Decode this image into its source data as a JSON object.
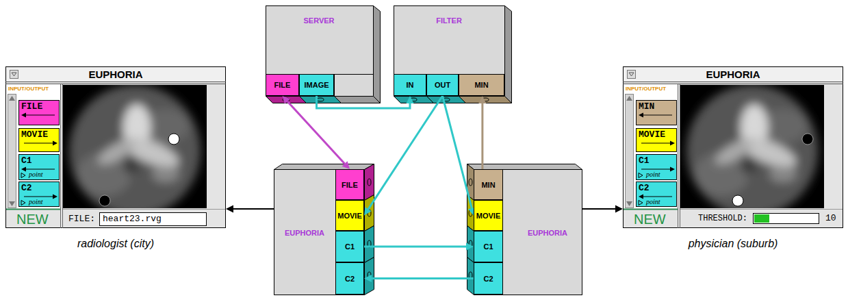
{
  "diagram": {
    "nodes": [
      {
        "text": [
          "EUPHORIA"
        ]
      },
      {
        "text": [
          "FILE"
        ],
        "in": 0
      },
      {
        "text": [
          "MOVIE"
        ],
        "in": 0
      },
      {
        "text": [
          "C1",
          "point"
        ],
        "in": 0
      },
      {
        "text": [
          "C2",
          "point"
        ],
        "in": 0
      },
      {
        "text": [
          "heart23.rvg"
        ],
        "in": 0
      },
      {
        "text": [
          "SERVER"
        ]
      },
      {
        "text": [
          "FILE"
        ],
        "in": 6
      },
      {
        "text": [
          "IMAGE"
        ],
        "in": 6
      },
      {
        "text": [
          "FILTER"
        ]
      },
      {
        "text": [
          "IN"
        ],
        "in": 9
      },
      {
        "text": [
          "OUT"
        ],
        "in": 9
      },
      {
        "text": [
          "MIN"
        ],
        "in": 9
      },
      {
        "text": [
          "EUPHORIA"
        ]
      },
      {
        "text": [
          "FILE"
        ],
        "in": 13
      },
      {
        "text": [
          "MOVIE"
        ],
        "in": 13
      },
      {
        "text": [
          "C1"
        ],
        "in": 13
      },
      {
        "text": [
          "C2"
        ],
        "in": 13
      },
      {
        "text": [
          "EUPHORIA"
        ]
      },
      {
        "text": [
          "MIN"
        ],
        "in": 18
      },
      {
        "text": [
          "MOVIE"
        ],
        "in": 18
      },
      {
        "text": [
          "C1"
        ],
        "in": 18
      },
      {
        "text": [
          "C2"
        ],
        "in": 18
      },
      {
        "text": [
          "EUPHORIA"
        ]
      },
      {
        "text": [
          "MIN"
        ],
        "in": 23
      },
      {
        "text": [
          "MOVIE"
        ],
        "in": 23
      },
      {
        "text": [
          "C1",
          "point"
        ],
        "in": 23
      },
      {
        "text": [
          "C2",
          "point"
        ],
        "in": 23
      }
    ],
    "edges": [
      {
        "from": 7,
        "to": 14,
        "arrow": "both"
      },
      {
        "from": 8,
        "to": 10,
        "arrow": "to"
      },
      {
        "from": 11,
        "to": 15,
        "arrow": "to"
      },
      {
        "from": 11,
        "to": 20,
        "arrow": "to"
      },
      {
        "from": 19,
        "to": 12,
        "arrow": "to"
      },
      {
        "from": 16,
        "to": 21,
        "arrow": "to"
      },
      {
        "from": 22,
        "to": 17,
        "arrow": "to"
      },
      {
        "from": 13,
        "to": 0,
        "arrow": "to"
      },
      {
        "from": 18,
        "to": 23,
        "arrow": "to"
      }
    ],
    "labels": [
      "INPUT/OUTPUT",
      "NEW",
      "FILE:",
      "radiologist (city)",
      "INPUT/OUTPUT",
      "NEW",
      "THRESHOLD:",
      "10",
      "physician (suburb)"
    ]
  }
}
